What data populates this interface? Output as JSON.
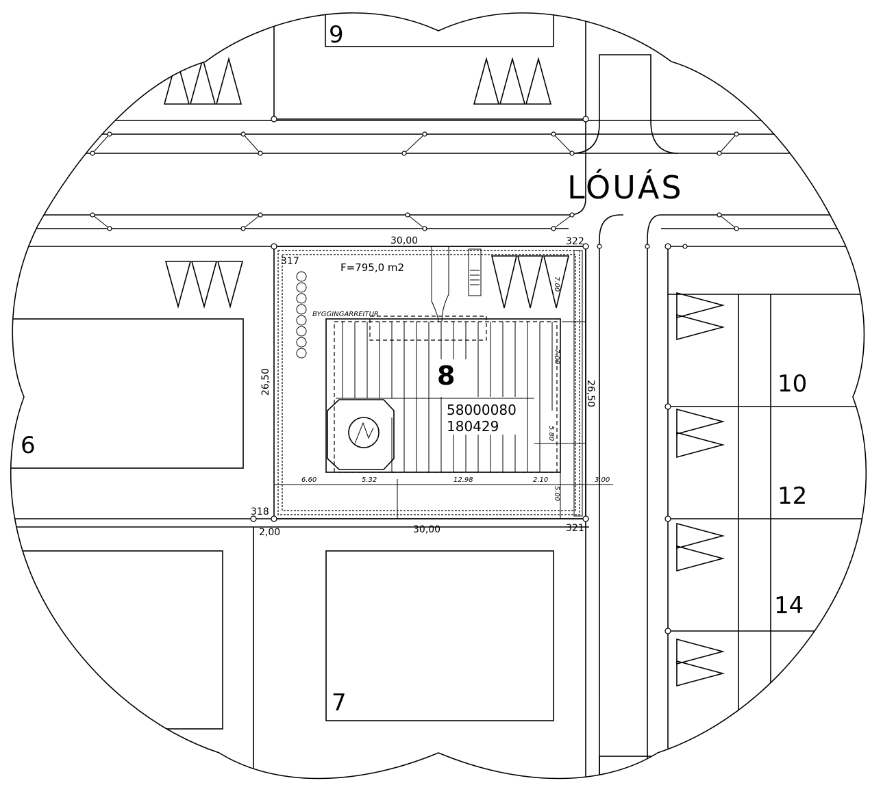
{
  "map": {
    "street_name": "LÓUÁS",
    "lots": {
      "n9": "9",
      "n6": "6",
      "n7": "7",
      "n8": "8",
      "n10": "10",
      "n12": "12",
      "n14": "14"
    },
    "area_label": "F=795,0  m2",
    "building_label": "BYGGINGARREITUR",
    "lot_ids": [
      "58000080",
      "180429"
    ],
    "points": {
      "p317": "317",
      "p318": "318",
      "p321": "321",
      "p322": "322"
    },
    "dims": {
      "top": "30,00",
      "bottom": "30,00",
      "left": "26,50",
      "right": "26,50",
      "corner": "2,00",
      "seg1": "6.60",
      "seg2": "5.32",
      "seg3": "12.98",
      "seg4": "2.10",
      "seg5": "3.00",
      "v1": "7.00",
      "v2": "7.00",
      "v3": "5.80",
      "v4": "5.00"
    },
    "colors": {
      "ink": "#000000",
      "paper": "#ffffff"
    }
  }
}
